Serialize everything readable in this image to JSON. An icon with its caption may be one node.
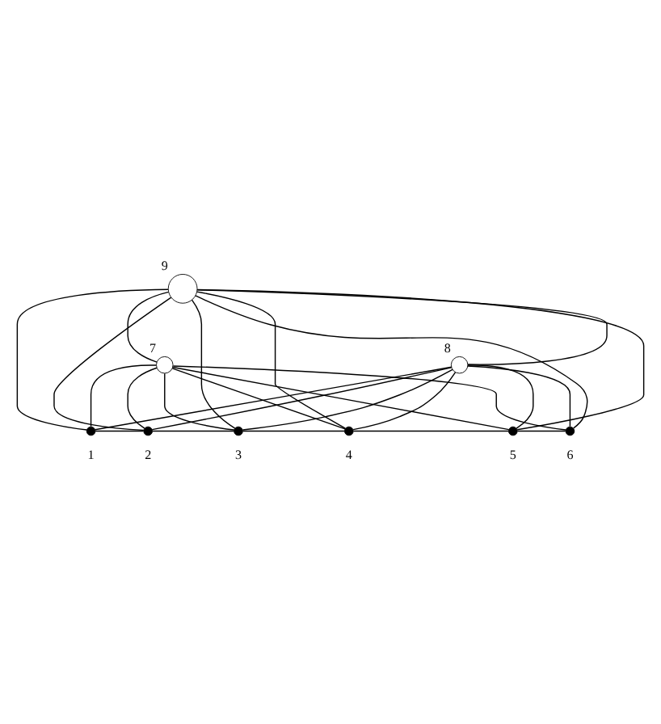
{
  "diagram": {
    "nodes": [
      {
        "text": [],
        "shape": "circle",
        "beside": [
          "9"
        ]
      },
      {
        "text": [],
        "shape": "circle",
        "beside": [
          "7"
        ]
      },
      {
        "text": [],
        "shape": "circle",
        "beside": [
          "8"
        ]
      },
      {
        "text": [],
        "shape": "circle",
        "beside": [
          "1"
        ]
      },
      {
        "text": [],
        "shape": "circle",
        "beside": [
          "2"
        ]
      },
      {
        "text": [],
        "shape": "circle",
        "beside": [
          "3"
        ]
      },
      {
        "text": [],
        "shape": "circle",
        "beside": [
          "4"
        ]
      },
      {
        "text": [],
        "shape": "circle",
        "beside": [
          "5"
        ]
      },
      {
        "text": [],
        "shape": "circle",
        "beside": [
          "6"
        ]
      }
    ],
    "edges": [
      {
        "from": 0,
        "to": 3,
        "arrow": "none"
      },
      {
        "from": 0,
        "to": 8,
        "arrow": "none"
      },
      {
        "from": 0,
        "to": 1,
        "arrow": "none"
      },
      {
        "from": 0,
        "to": 4,
        "arrow": "none"
      },
      {
        "from": 0,
        "to": 5,
        "arrow": "none"
      },
      {
        "from": 0,
        "to": 6,
        "arrow": "none"
      },
      {
        "from": 0,
        "to": 7,
        "arrow": "none"
      },
      {
        "from": 0,
        "to": 2,
        "arrow": "none"
      },
      {
        "from": 1,
        "to": 3,
        "arrow": "none"
      },
      {
        "from": 1,
        "to": 4,
        "arrow": "none"
      },
      {
        "from": 1,
        "to": 5,
        "arrow": "none"
      },
      {
        "from": 1,
        "to": 6,
        "arrow": "none"
      },
      {
        "from": 1,
        "to": 7,
        "arrow": "none"
      },
      {
        "from": 1,
        "to": 8,
        "arrow": "none"
      },
      {
        "from": 2,
        "to": 3,
        "arrow": "none"
      },
      {
        "from": 2,
        "to": 4,
        "arrow": "none"
      },
      {
        "from": 2,
        "to": 5,
        "arrow": "none"
      },
      {
        "from": 2,
        "to": 6,
        "arrow": "none"
      },
      {
        "from": 2,
        "to": 7,
        "arrow": "none"
      },
      {
        "from": 2,
        "to": 8,
        "arrow": "none"
      },
      {
        "from": 3,
        "to": 4,
        "arrow": "none"
      },
      {
        "from": 4,
        "to": 5,
        "arrow": "none"
      },
      {
        "from": 5,
        "to": 6,
        "arrow": "none"
      },
      {
        "from": 6,
        "to": 7,
        "arrow": "none"
      },
      {
        "from": 7,
        "to": 8,
        "arrow": "none"
      }
    ]
  }
}
